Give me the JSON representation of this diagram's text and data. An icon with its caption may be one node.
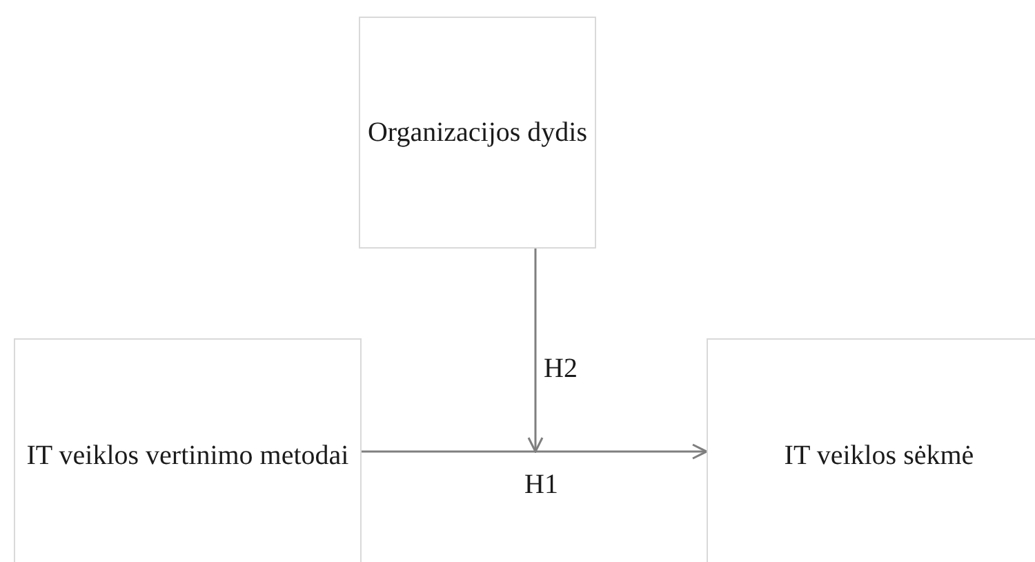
{
  "diagram": {
    "nodes": [
      {
        "text": [
          "Organizacijos dydis"
        ]
      },
      {
        "text": [
          "IT veiklos vertinimo metodai"
        ]
      },
      {
        "text": [
          "IT veiklos sėkmė"
        ]
      }
    ],
    "edges": [
      {
        "from": 1,
        "to": 2,
        "arrow": "to",
        "label": "H1"
      },
      {
        "from": 0,
        "to": null,
        "arrow": "to",
        "label": "H2"
      }
    ]
  }
}
